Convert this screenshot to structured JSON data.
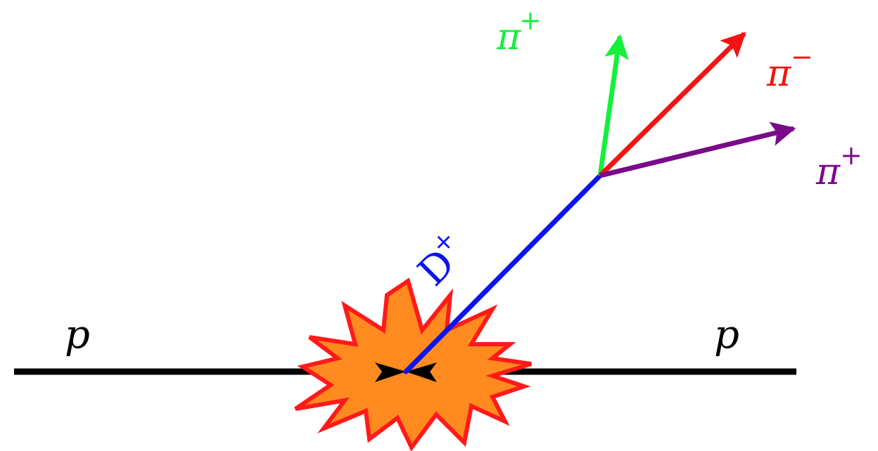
{
  "labels": {
    "beam_left": "p",
    "beam_right": "p",
    "d_meson_base": "D",
    "d_meson_charge": "+",
    "pion_green_base": "π",
    "pion_green_charge": "+",
    "pion_red_base": "π",
    "pion_red_charge": "−",
    "pion_purple_base": "π",
    "pion_purple_charge": "+"
  },
  "colors": {
    "beam": "#000000",
    "explosion_fill": "#ff8a1f",
    "explosion_stroke": "#ff1a1a",
    "d_meson": "#0a14f0",
    "pion_green": "#14f03c",
    "pion_red": "#f21414",
    "pion_purple": "#7a0a8a"
  }
}
